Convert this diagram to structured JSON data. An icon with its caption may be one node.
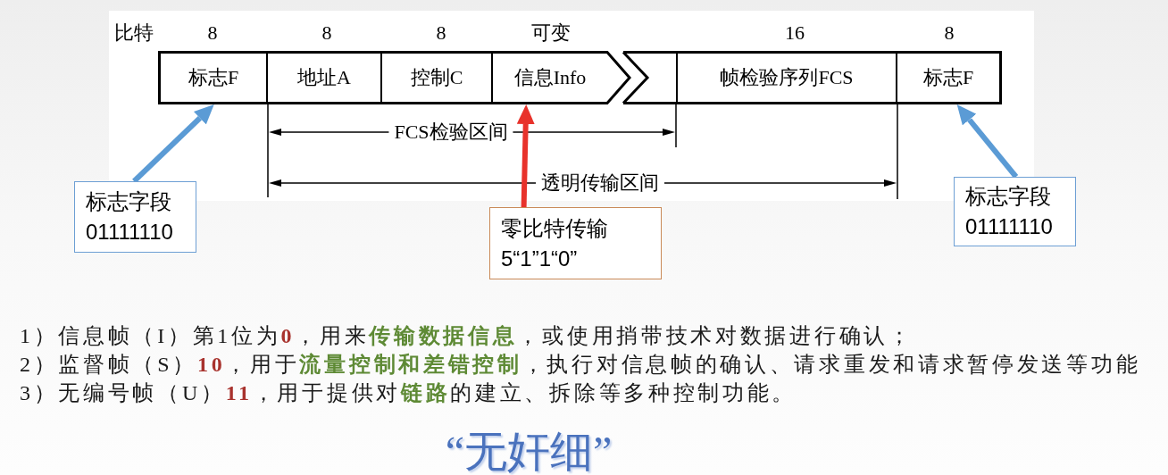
{
  "diagram": {
    "nodes": [
      {
        "text": [
          "标志F"
        ],
        "beside": [
          "8"
        ]
      },
      {
        "text": [
          "地址A"
        ],
        "beside": [
          "8"
        ]
      },
      {
        "text": [
          "控制C"
        ],
        "beside": [
          "8"
        ]
      },
      {
        "text": [
          "信息Info"
        ],
        "beside": [
          "可变"
        ]
      },
      {
        "text": [
          "帧检验序列FCS"
        ],
        "beside": [
          "16"
        ]
      },
      {
        "text": [
          "标志F"
        ],
        "beside": [
          "8"
        ]
      },
      {
        "text": [
          "标志字段",
          "01111110"
        ]
      },
      {
        "text": [
          "零比特传输",
          "5“1”1“0”"
        ]
      },
      {
        "text": [
          "标志字段",
          "01111110"
        ]
      }
    ],
    "edges": [
      {
        "from": 6,
        "to": 0,
        "arrow": "to",
        "color": "#5b9bd5"
      },
      {
        "from": 7,
        "to": 3,
        "arrow": "to",
        "color": "#e8322b"
      },
      {
        "from": 8,
        "to": 5,
        "arrow": "to",
        "color": "#5b9bd5"
      }
    ],
    "labels": [
      "比特",
      "FCS检验区间",
      "透明传输区间",
      "1）信息帧（I）第1位为**0**，用来**传输数据信息**，或使用捎带技术对数据进行确认；",
      "2）监督帧（S）**10**，用于**流量控制和差错控制**，执行对信息帧的确认、请求重发和请求暂停发送等功能",
      "3）无编号帧（U）**11**，用于提供对**链路**的建立、拆除等多种控制功能。",
      "“无奸细”"
    ]
  }
}
